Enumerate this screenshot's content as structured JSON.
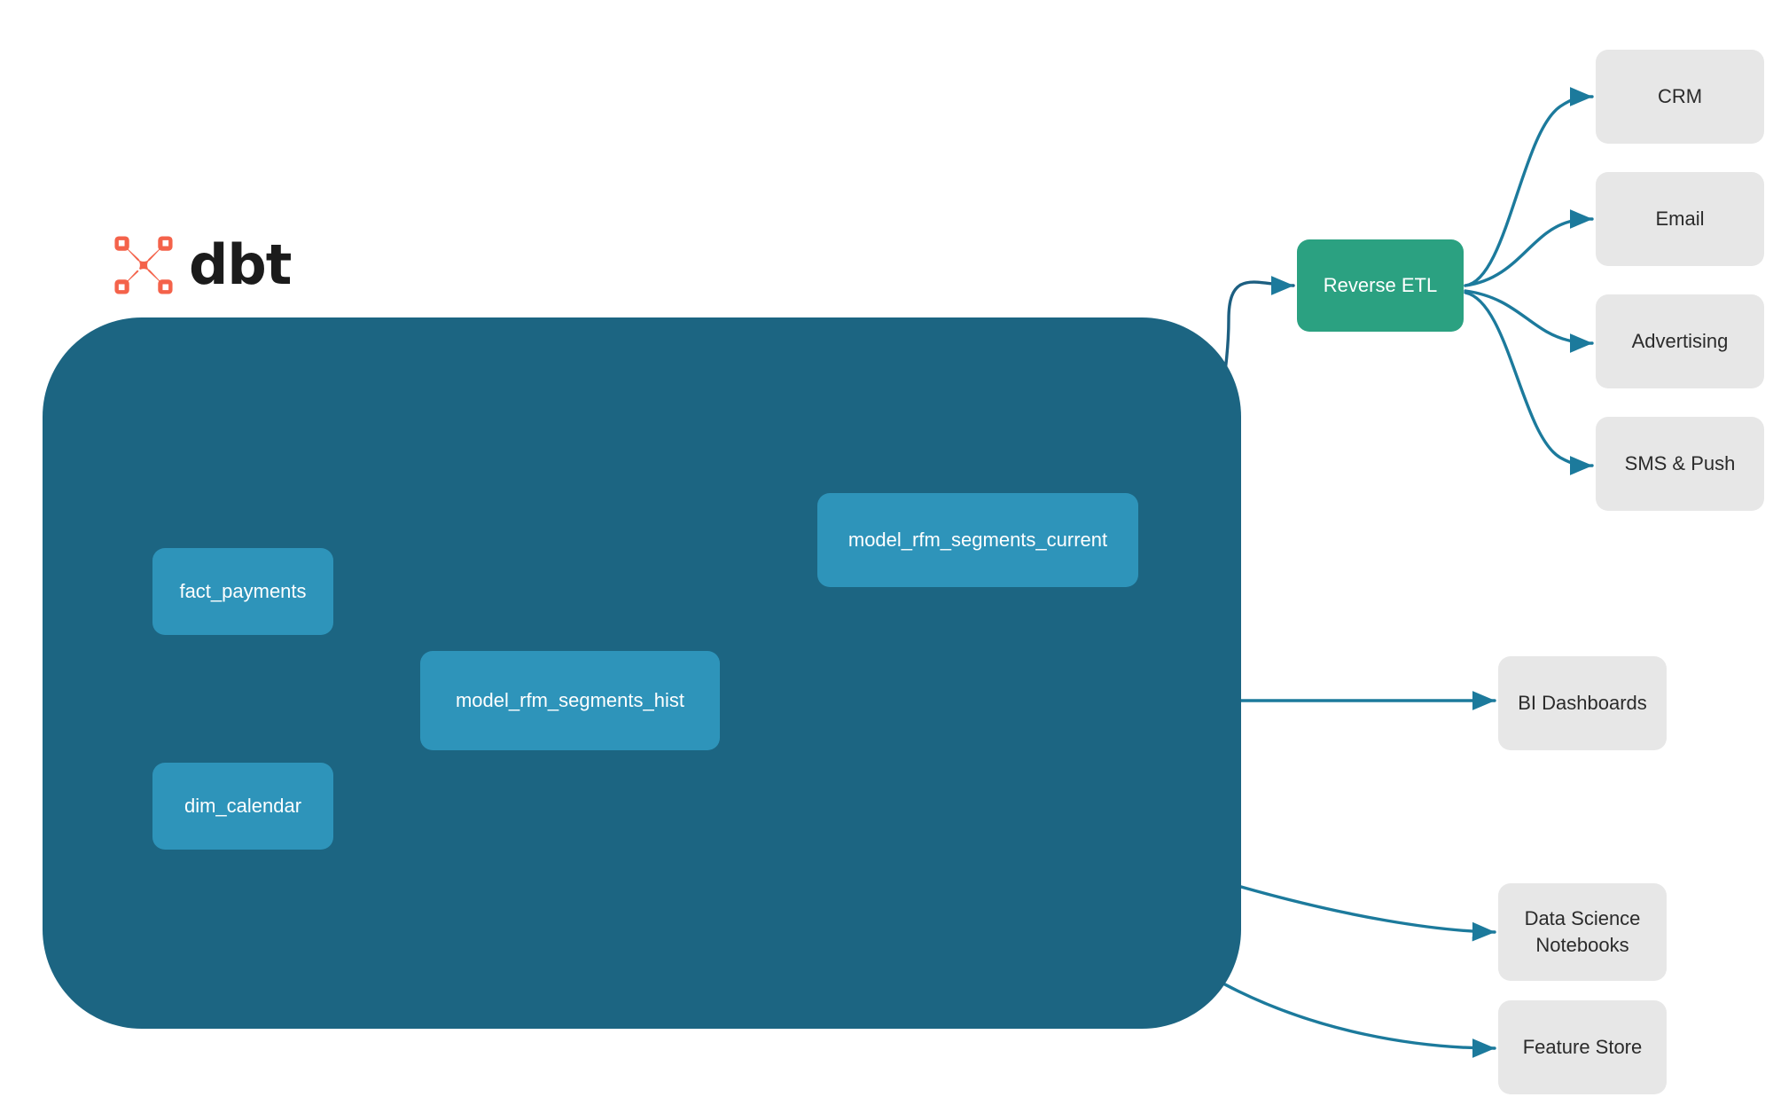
{
  "logo": {
    "mark_icon": "dbt-x-mark-icon",
    "wordmark": "dbt",
    "mark_color": "#f4624a"
  },
  "colors": {
    "warehouse_background": "#1c6582",
    "model_node": "#2e94ba",
    "reverse_etl": "#2ba181",
    "destination_node": "#e7e7e7",
    "internal_edge": "#3a9cbd",
    "external_edge": "#1c7a9c",
    "canvas": "#ffffff"
  },
  "warehouse": {
    "name": "dbt-warehouse-container",
    "models": [
      {
        "id": "fact_payments",
        "label": "fact_payments"
      },
      {
        "id": "dim_calendar",
        "label": "dim_calendar"
      },
      {
        "id": "model_rfm_segments_hist",
        "label": "model_rfm_segments_hist"
      },
      {
        "id": "model_rfm_segments_current",
        "label": "model_rfm_segments_current"
      }
    ]
  },
  "reverse_etl": {
    "label": "Reverse ETL"
  },
  "activation_destinations": [
    {
      "id": "crm",
      "label": "CRM"
    },
    {
      "id": "email",
      "label": "Email"
    },
    {
      "id": "advertising",
      "label": "Advertising"
    },
    {
      "id": "sms_push",
      "label": "SMS & Push"
    }
  ],
  "analytics_destinations": [
    {
      "id": "bi_dashboards",
      "label": "BI Dashboards"
    },
    {
      "id": "data_science_notebooks",
      "label": "Data Science\nNotebooks",
      "line1": "Data Science",
      "line2": "Notebooks"
    },
    {
      "id": "feature_store",
      "label": "Feature Store"
    }
  ],
  "chart_data": {
    "type": "diagram",
    "title": "dbt RFM segments lineage and activation flow",
    "nodes": [
      {
        "id": "fact_payments",
        "label": "fact_payments",
        "group": "dbt-warehouse"
      },
      {
        "id": "dim_calendar",
        "label": "dim_calendar",
        "group": "dbt-warehouse"
      },
      {
        "id": "model_rfm_segments_hist",
        "label": "model_rfm_segments_hist",
        "group": "dbt-warehouse"
      },
      {
        "id": "model_rfm_segments_current",
        "label": "model_rfm_segments_current",
        "group": "dbt-warehouse"
      },
      {
        "id": "reverse_etl",
        "label": "Reverse ETL",
        "group": "activation"
      },
      {
        "id": "crm",
        "label": "CRM",
        "group": "destination"
      },
      {
        "id": "email",
        "label": "Email",
        "group": "destination"
      },
      {
        "id": "advertising",
        "label": "Advertising",
        "group": "destination"
      },
      {
        "id": "sms_push",
        "label": "SMS & Push",
        "group": "destination"
      },
      {
        "id": "bi_dashboards",
        "label": "BI Dashboards",
        "group": "destination"
      },
      {
        "id": "data_science_notebooks",
        "label": "Data Science Notebooks",
        "group": "destination"
      },
      {
        "id": "feature_store",
        "label": "Feature Store",
        "group": "destination"
      }
    ],
    "edges": [
      {
        "from": "fact_payments",
        "to": "model_rfm_segments_hist"
      },
      {
        "from": "dim_calendar",
        "to": "model_rfm_segments_hist"
      },
      {
        "from": "model_rfm_segments_hist",
        "to": "model_rfm_segments_current"
      },
      {
        "from": "model_rfm_segments_current",
        "to": "reverse_etl"
      },
      {
        "from": "model_rfm_segments_hist",
        "to": "bi_dashboards"
      },
      {
        "from": "model_rfm_segments_hist",
        "to": "data_science_notebooks"
      },
      {
        "from": "model_rfm_segments_hist",
        "to": "feature_store"
      },
      {
        "from": "reverse_etl",
        "to": "crm"
      },
      {
        "from": "reverse_etl",
        "to": "email"
      },
      {
        "from": "reverse_etl",
        "to": "advertising"
      },
      {
        "from": "reverse_etl",
        "to": "sms_push"
      }
    ]
  }
}
